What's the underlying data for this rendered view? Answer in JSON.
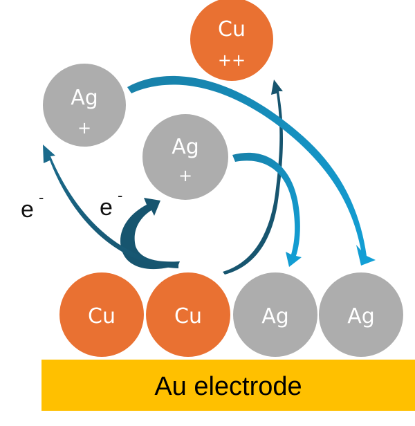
{
  "diagram": {
    "colors": {
      "copper": "#E97132",
      "silver": "#ADADAD",
      "gold": "#FFC000",
      "arrow_dark": "#17556F",
      "arrow_mid": "#1880A8",
      "arrow_light": "#12A0D7",
      "label_text": "#FFFFFF"
    },
    "ions": [
      {
        "id": "cu-ion",
        "element": "Cu",
        "charge": "++",
        "kind": "copper"
      },
      {
        "id": "ag-ion-left",
        "element": "Ag",
        "charge": "+",
        "kind": "silver"
      },
      {
        "id": "ag-ion-middle",
        "element": "Ag",
        "charge": "+",
        "kind": "silver"
      }
    ],
    "surface_atoms": [
      {
        "id": "cu-atom-1",
        "element": "Cu",
        "kind": "copper"
      },
      {
        "id": "cu-atom-2",
        "element": "Cu",
        "kind": "copper"
      },
      {
        "id": "ag-atom-1",
        "element": "Ag",
        "kind": "silver"
      },
      {
        "id": "ag-atom-2",
        "element": "Ag",
        "kind": "silver"
      }
    ],
    "electron_labels": [
      {
        "symbol": "e",
        "superscript": "-"
      },
      {
        "symbol": "e",
        "superscript": "-"
      }
    ],
    "electrode": {
      "label": "Au electrode"
    },
    "arrows": [
      {
        "from": "Cu (surface)",
        "to": "Ag+ (middle)",
        "meaning": "electron transfer"
      },
      {
        "from": "Cu (surface)",
        "to": "Ag+ (left)",
        "meaning": "electron transfer"
      },
      {
        "from": "Cu (surface)",
        "to": "Cu++",
        "meaning": "oxidation / dissolution"
      },
      {
        "from": "Ag+ (middle)",
        "to": "Ag (surface 1)",
        "meaning": "reduction / deposition"
      },
      {
        "from": "Ag+ (left)",
        "to": "Ag (surface 2)",
        "meaning": "reduction / deposition"
      }
    ]
  }
}
